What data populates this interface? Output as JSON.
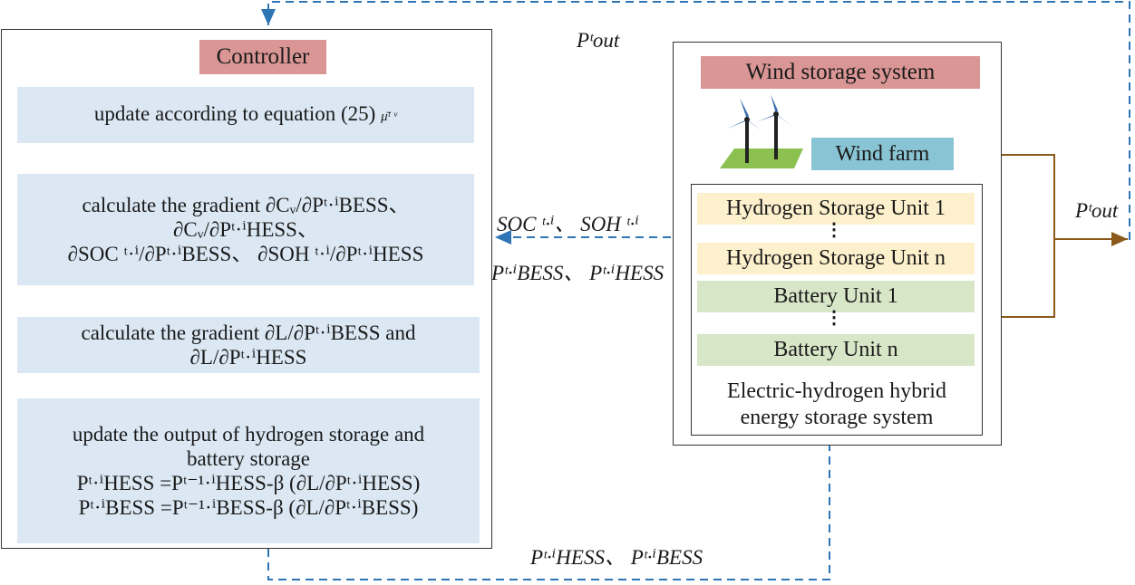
{
  "controller": {
    "title": "Controller",
    "step1": "update according to equation (25)",
    "step1_symbols": "μ̄ᵗ ᵛ",
    "step2": {
      "line1": "calculate the gradient ∂Cᵥ/∂Pᵗ·ⁱBESS、",
      "line2": "∂Cᵥ/∂Pᵗ·ⁱHESS、",
      "line3": "∂SOC ᵗ·ⁱ/∂Pᵗ·ⁱBESS、 ∂SOH ᵗ·ⁱ/∂Pᵗ·ⁱHESS"
    },
    "step3": {
      "line1": "calculate the gradient ∂L/∂Pᵗ·ⁱBESS and",
      "line2": "∂L/∂Pᵗ·ⁱHESS"
    },
    "step4": {
      "line1": "update the output of hydrogen storage and",
      "line2": "battery storage",
      "line3": "Pᵗ·ⁱHESS =Pᵗ⁻¹·ⁱHESS-β (∂L/∂Pᵗ·ⁱHESS)",
      "line4": "Pᵗ·ⁱBESS =Pᵗ⁻¹·ⁱBESS-β (∂L/∂Pᵗ·ⁱBESS)"
    }
  },
  "wind_system": {
    "title": "Wind storage system",
    "wind_farm": "Wind farm",
    "units": [
      "Hydrogen Storage Unit 1",
      "Hydrogen Storage Unit n",
      "Battery Unit 1",
      "Battery Unit n"
    ],
    "dots": "⋮",
    "hess_label_line1": "Electric-hydrogen hybrid",
    "hess_label_line2": "energy storage system"
  },
  "signals": {
    "p_out_top": "Pᵗout",
    "p_out_right": "Pᵗout",
    "soc_soh": "SOC ᵗ·ⁱ、 SOH ᵗ·ⁱ",
    "p_bess_hess": "Pᵗ·ⁱBESS、 Pᵗ·ⁱHESS",
    "p_hess_bess_bottom": "Pᵗ·ⁱHESS、 Pᵗ·ⁱBESS"
  },
  "colors": {
    "flow_dashed": "#2e75b6",
    "power_line": "#8b5a1a",
    "box_fill": "#dbe8f4",
    "title_fill": "#d99694",
    "farm_fill": "#89c4d4",
    "hydrogen_fill": "#fdf0cc",
    "battery_fill": "#d8e6c8"
  },
  "icons": [
    "wind-turbine-icon"
  ]
}
